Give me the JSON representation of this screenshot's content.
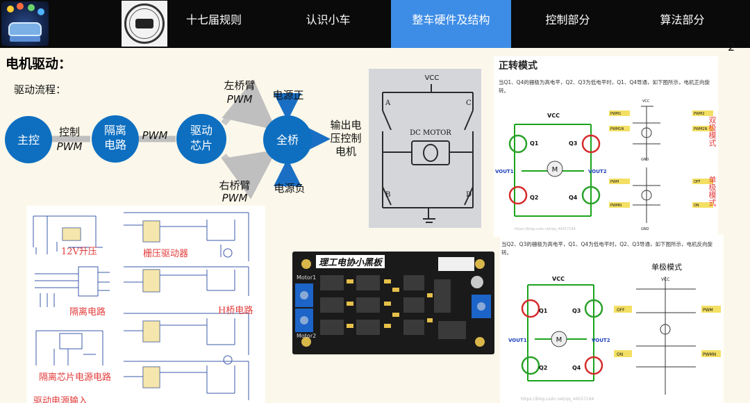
{
  "nav": {
    "tabs": [
      {
        "label": "十七届规则",
        "active": false
      },
      {
        "label": "认识小车",
        "active": false
      },
      {
        "label": "整车硬件及结构",
        "active": true
      },
      {
        "label": "控制部分",
        "active": false
      },
      {
        "label": "算法部分",
        "active": false
      }
    ],
    "active_color": "#3d8de6",
    "bar_color": "#0a0a0a"
  },
  "corner_char": "2",
  "section": {
    "title": "电机驱动：",
    "flow_heading": "驱动流程："
  },
  "flow": {
    "nodes": {
      "main": "主控",
      "iso1": "隔离",
      "iso2": "电路",
      "drv1": "驱动",
      "drv2": "芯片",
      "bridge": "全桥"
    },
    "edge_ctrl": "控制",
    "pwm": "PWM",
    "left_arm": "左桥臂",
    "right_arm": "右桥臂",
    "power_pos": "电源正",
    "power_neg": "电源负",
    "output": [
      "输出电",
      "压控制",
      "电机"
    ],
    "node_color": "#0e6fc0"
  },
  "schematic": {
    "labels": {
      "boost": "12V升压",
      "gate": "栅压驱动器",
      "iso": "隔离电路",
      "hbridge": "H桥电路",
      "iso_power": "隔离芯片电源电路",
      "drive_input": "驱动电源输入"
    }
  },
  "dc_photo": {
    "vcc": "VCC",
    "motor": "DC MOTOR",
    "a": "A",
    "b": "B",
    "c": "C",
    "d": "D"
  },
  "pcb": {
    "title": "理工电协小黑板",
    "motor1": "Motor1",
    "motor2": "Motor2"
  },
  "hbridge_forward": {
    "title": "正转模式",
    "desc": "当Q1、Q4的栅极为高电平，Q2、Q3为低电平时，Q1、Q4导通，如下图所示，电机正向旋转。",
    "vcc": "VCC",
    "gnd": "GND",
    "q1": "Q1",
    "q2": "Q2",
    "q3": "Q3",
    "q4": "Q4",
    "vout1": "VOUT1",
    "vout2": "VOUT2",
    "motor": "M",
    "dual": "双极模式",
    "single": "单极模式",
    "watermark": "https://blog.csdn.net/qq_44557194",
    "pwm_labels": [
      "PWM1",
      "PWM2",
      "PWM1N",
      "PWM2N",
      "PWM",
      "OFF",
      "PWMN",
      "ON"
    ]
  },
  "hbridge_reverse": {
    "desc": "当Q2、Q3的栅极为高电平，Q1、Q4为低电平时，Q2、Q3导通，如下图所示，电机反向旋转。",
    "single_title": "单极模式",
    "vcc": "VCC",
    "q1": "Q1",
    "q2": "Q2",
    "q3": "Q3",
    "q4": "Q4",
    "vout1": "VOUT1",
    "vout2": "VOUT2",
    "motor": "M",
    "off": "OFF",
    "on": "ON",
    "pwm": "PWM",
    "pwmn": "PWMN",
    "watermark": "https://blog.csdn.net/qq_44557194"
  }
}
